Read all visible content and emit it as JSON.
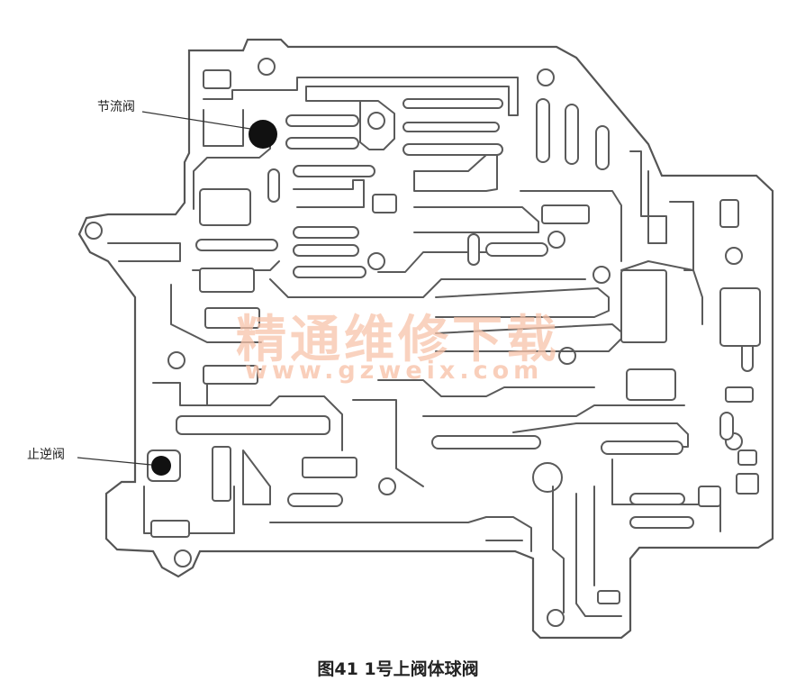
{
  "labels": {
    "throttle_valve": "节流阀",
    "check_valve": "止逆阀"
  },
  "watermark": {
    "chinese": "精通维修下载",
    "url": "www.gzweix.com"
  },
  "caption": "图41  1号上阀体球阀",
  "colors": {
    "line": "#5a5a5a",
    "ball": "#111111",
    "watermark": "#f7c3aa"
  }
}
